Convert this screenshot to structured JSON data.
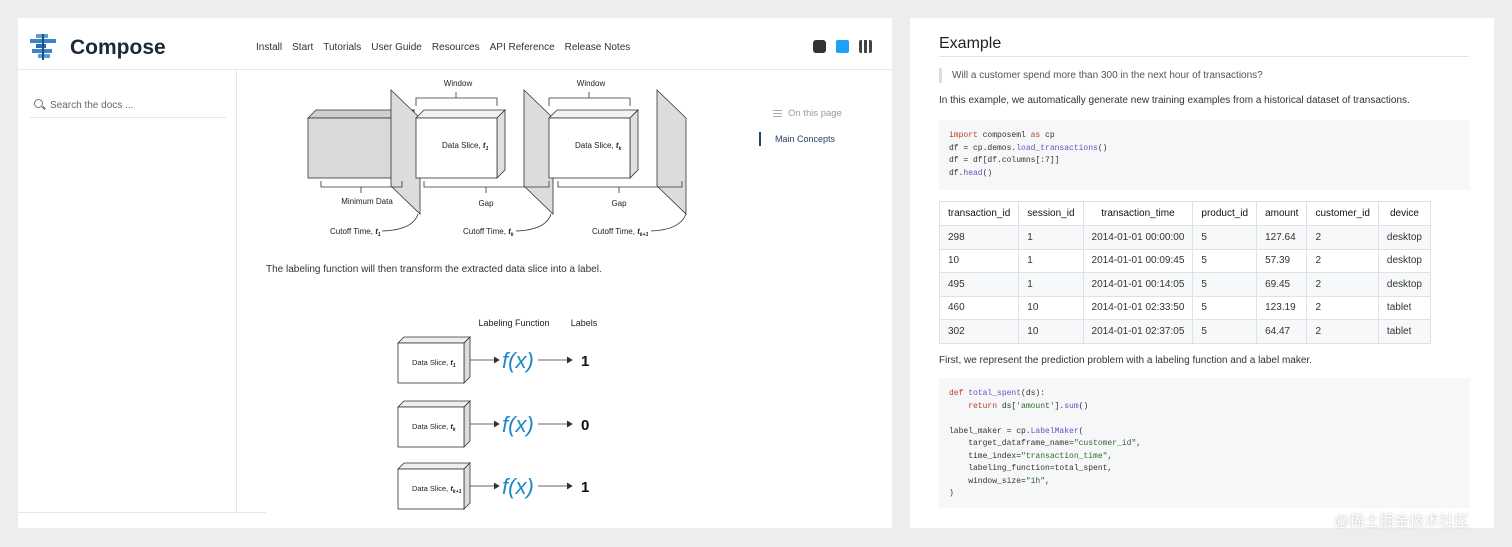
{
  "header": {
    "brand": "Compose",
    "nav": [
      "Install",
      "Start",
      "Tutorials",
      "User Guide",
      "Resources",
      "API Reference",
      "Release Notes"
    ]
  },
  "sidebar": {
    "search_placeholder": "Search the docs ..."
  },
  "diagram1": {
    "window_label": "Window",
    "data_slice_1": "Data Slice,",
    "data_slice_k": "Data Slice,",
    "minimum_data": "Minimum Data",
    "gap": "Gap",
    "cutoff_time": "Cutoff Time,",
    "sub_1": "1",
    "sub_k": "k",
    "sub_k1": "k+1",
    "t": "t"
  },
  "paragraph": "The labeling function will then transform the extracted data slice into a label.",
  "diagram2": {
    "labeling_function_header": "Labeling Function",
    "labels_header": "Labels",
    "slice_label": "Data Slice,",
    "fx": "f(x)",
    "labels": [
      "1",
      "0",
      "1"
    ]
  },
  "toc": {
    "heading": "On this page",
    "items": [
      "Main Concepts"
    ]
  },
  "example": {
    "title": "Example",
    "quote": "Will a customer spend more than 300 in the next hour of transactions?",
    "intro": "In this example, we automatically generate new training examples from a historical dataset of transactions.",
    "second_para": "First, we represent the prediction problem with a labeling function and a label maker."
  },
  "table": {
    "headers": [
      "transaction_id",
      "session_id",
      "transaction_time",
      "product_id",
      "amount",
      "customer_id",
      "device"
    ],
    "rows": [
      [
        "298",
        "1",
        "2014-01-01 00:00:00",
        "5",
        "127.64",
        "2",
        "desktop"
      ],
      [
        "10",
        "1",
        "2014-01-01 00:09:45",
        "5",
        "57.39",
        "2",
        "desktop"
      ],
      [
        "495",
        "1",
        "2014-01-01 00:14:05",
        "5",
        "69.45",
        "2",
        "desktop"
      ],
      [
        "460",
        "10",
        "2014-01-01 02:33:50",
        "5",
        "123.19",
        "2",
        "tablet"
      ],
      [
        "302",
        "10",
        "2014-01-01 02:37:05",
        "5",
        "64.47",
        "2",
        "tablet"
      ]
    ]
  },
  "watermark": "@稀土掘金技术社区",
  "colors": {
    "accent": "#2a3d6b",
    "logo_blue": "#3a86c8",
    "fx_blue": "#1e88c9"
  }
}
